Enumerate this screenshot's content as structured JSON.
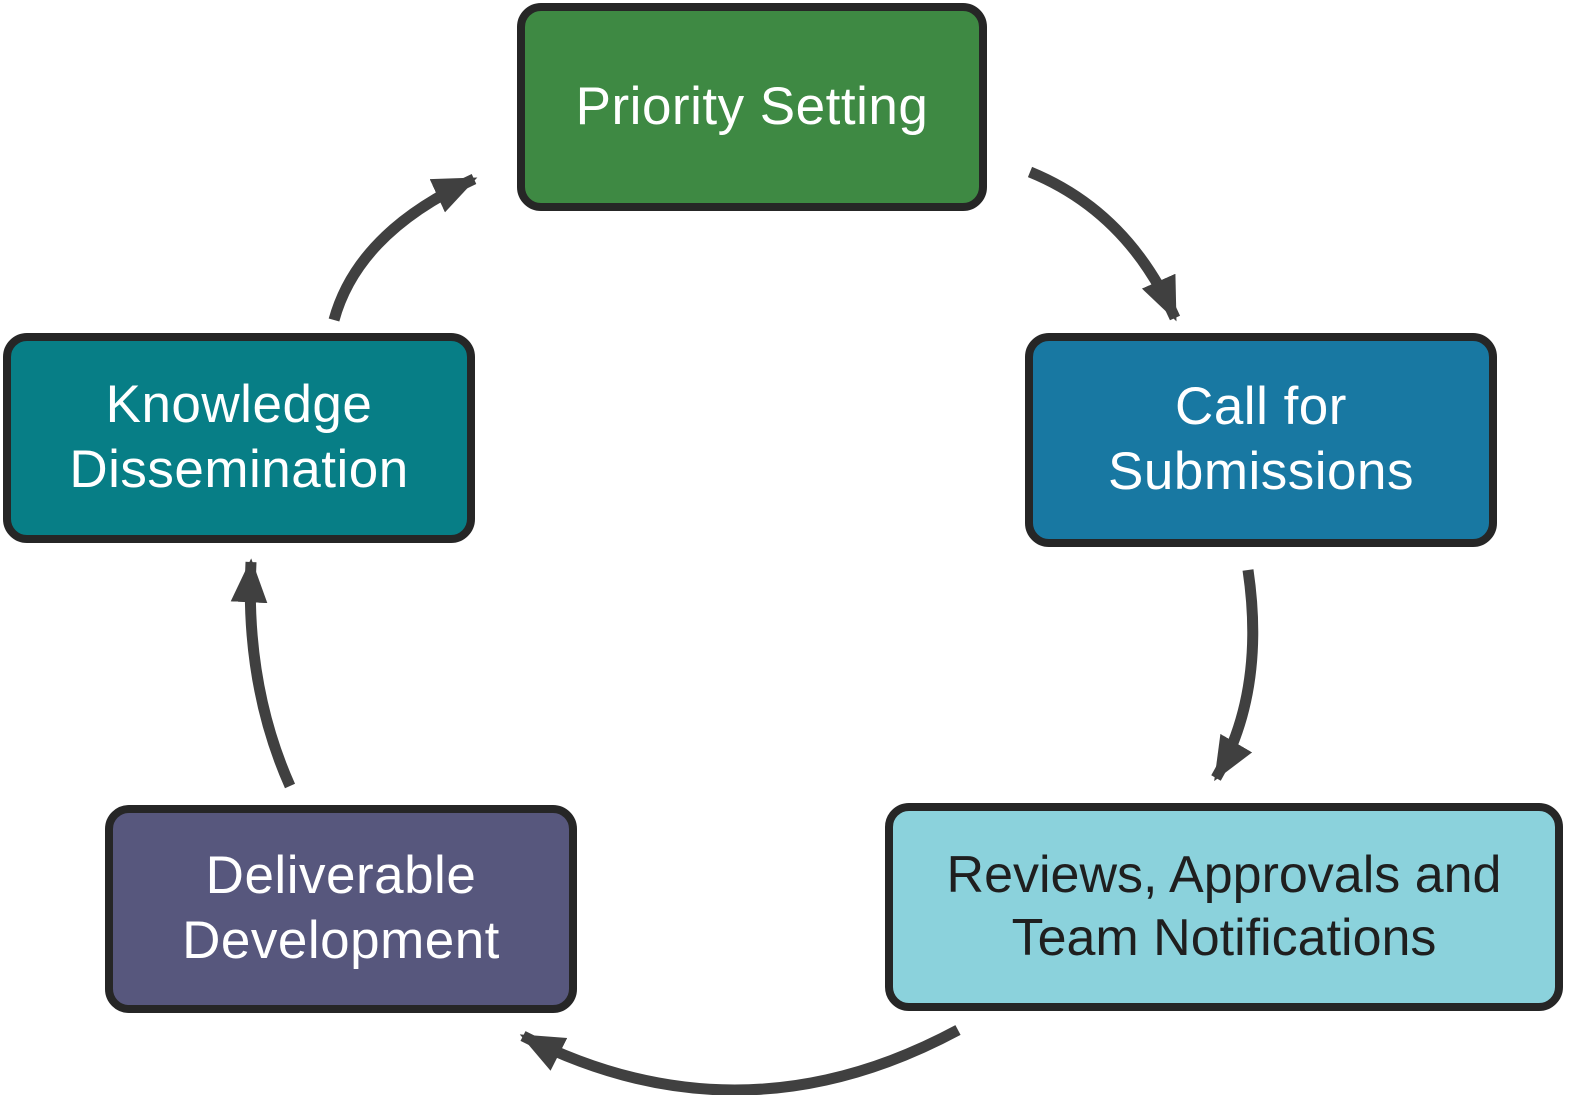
{
  "diagram": {
    "type": "cycle",
    "background": "#FFFFFF",
    "nodes": [
      {
        "id": "priority-setting",
        "label": "Priority Setting",
        "line1": "Priority Setting",
        "line2": "",
        "fill": "#3E8943",
        "text_color": "#FFFFFF",
        "position": "top-center"
      },
      {
        "id": "call-for-submissions",
        "label": "Call for Submissions",
        "line1": "Call for",
        "line2": "Submissions",
        "fill": "#1878A2",
        "text_color": "#FFFFFF",
        "position": "right"
      },
      {
        "id": "reviews-approvals-team-notifications",
        "label": "Reviews, Approvals and Team Notifications",
        "line1": "Reviews, Approvals and",
        "line2": "Team Notifications",
        "fill": "#8BD2DC",
        "text_color": "#1F1F1F",
        "position": "bottom-right"
      },
      {
        "id": "deliverable-development",
        "label": "Deliverable Development",
        "line1": "Deliverable",
        "line2": "Development",
        "fill": "#57577D",
        "text_color": "#FFFFFF",
        "position": "bottom-left"
      },
      {
        "id": "knowledge-dissemination",
        "label": "Knowledge Dissemination",
        "line1": "Knowledge",
        "line2": "Dissemination",
        "fill": "#077E86",
        "text_color": "#FFFFFF",
        "position": "left"
      }
    ],
    "edges": [
      {
        "from": "Priority Setting",
        "to": "Call for Submissions"
      },
      {
        "from": "Call for Submissions",
        "to": "Reviews, Approvals and Team Notifications"
      },
      {
        "from": "Reviews, Approvals and Team Notifications",
        "to": "Deliverable Development"
      },
      {
        "from": "Deliverable Development",
        "to": "Knowledge Dissemination"
      },
      {
        "from": "Knowledge Dissemination",
        "to": "Priority Setting"
      }
    ],
    "colors": {
      "border": "#262626",
      "arrow": "#404040",
      "background": "#FFFFFF"
    }
  }
}
